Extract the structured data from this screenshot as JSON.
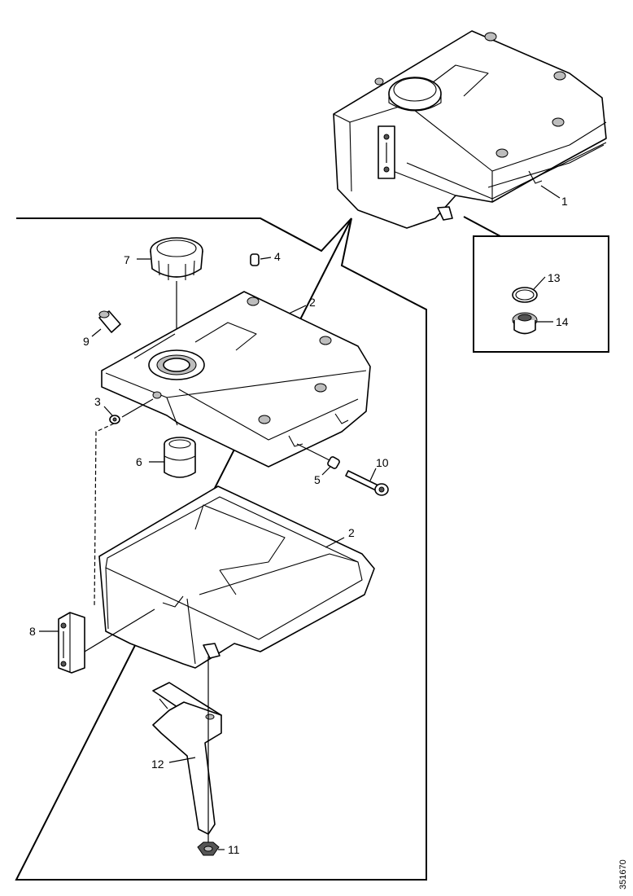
{
  "figure_id": "351670",
  "callouts": {
    "c1": "1",
    "c2a": "2",
    "c2b": "2",
    "c3": "3",
    "c4": "4",
    "c5": "5",
    "c6": "6",
    "c7": "7",
    "c8": "8",
    "c9": "9",
    "c10": "10",
    "c11": "11",
    "c12": "12",
    "c13": "13",
    "c14": "14"
  }
}
